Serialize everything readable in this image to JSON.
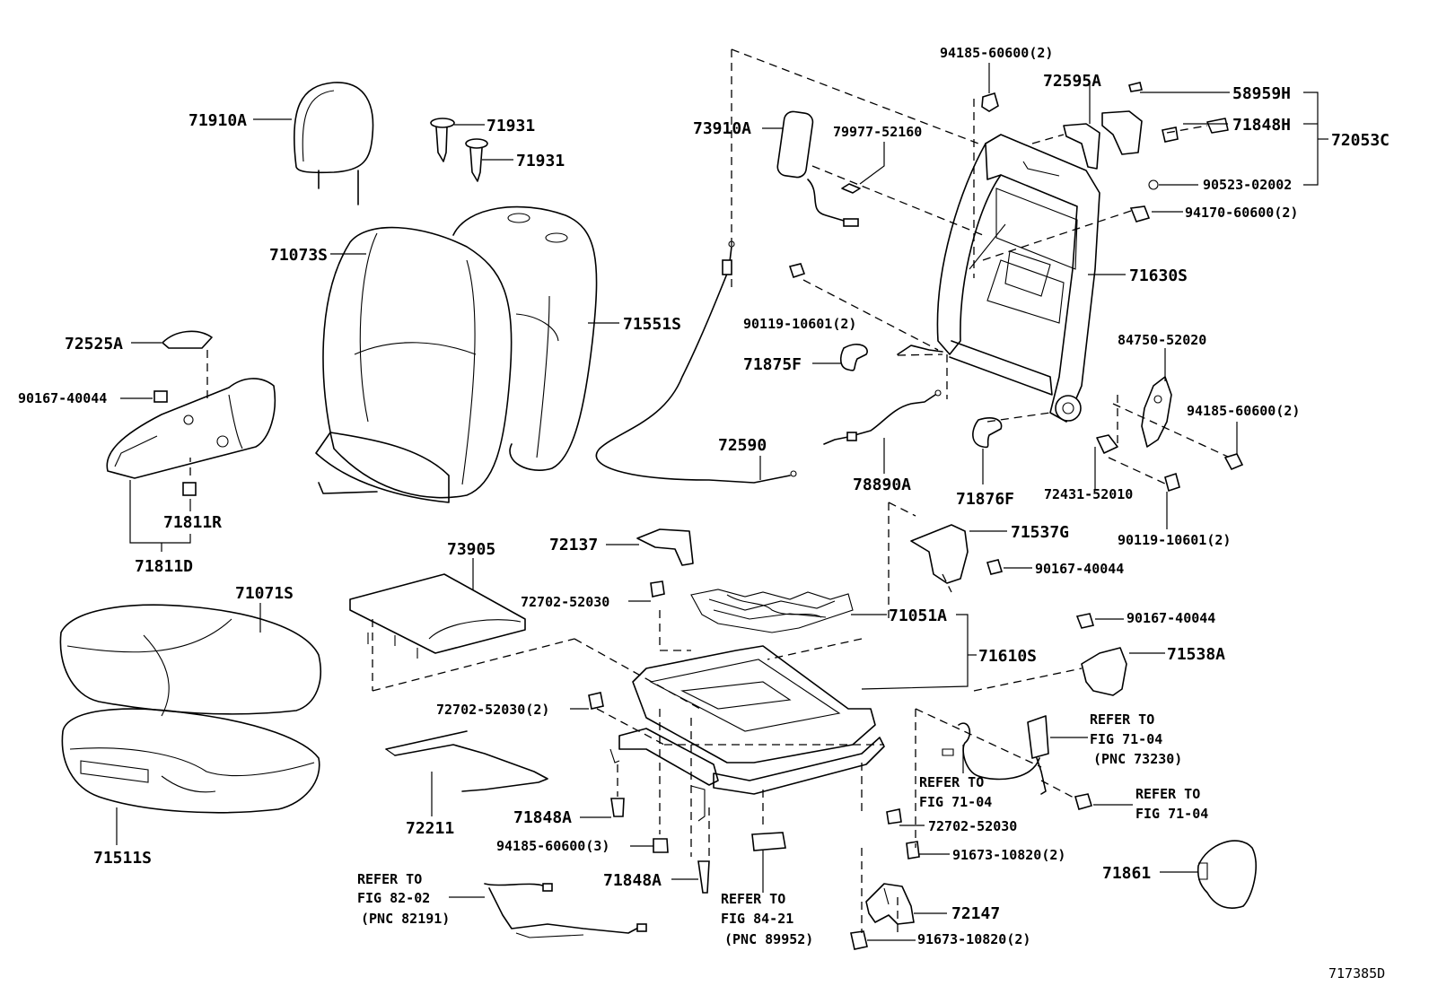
{
  "diagram_id": "717385D",
  "labels": {
    "p71910A": "71910A",
    "p71931a": "71931",
    "p71931b": "71931",
    "p71073S": "71073S",
    "p71551S": "71551S",
    "p72525A": "72525A",
    "p90167_40044a": "90167-40044",
    "p71811R": "71811R",
    "p71811D": "71811D",
    "p73910A": "73910A",
    "p79977": "79977-52160",
    "p94185_top": "94185-60600(2)",
    "p72595A": "72595A",
    "p58959H": "58959H",
    "p71848H": "71848H",
    "p72053C": "72053C",
    "p90523": "90523-02002",
    "p94170": "94170-60600(2)",
    "p71630S": "71630S",
    "p90119a": "90119-10601(2)",
    "p71875F": "71875F",
    "p72590": "72590",
    "p78890A": "78890A",
    "p71876F": "71876F",
    "p84750": "84750-52020",
    "p94185_mid": "94185-60600(2)",
    "p72431": "72431-52010",
    "p90119b": "90119-10601(2)",
    "p71537G": "71537G",
    "p90167_40044b": "90167-40044",
    "p73905": "73905",
    "p72137": "72137",
    "p72702a": "72702-52030",
    "p71051A": "71051A",
    "p71610S": "71610S",
    "p90167_40044c": "90167-40044",
    "p71538A": "71538A",
    "p71071S": "71071S",
    "p72702b": "72702-52030(2)",
    "p72211": "72211",
    "p71848Aa": "71848A",
    "p94185_low": "94185-60600(3)",
    "p71848Ab": "71848A",
    "p72702c": "72702-52030",
    "p91673a": "91673-10820(2)",
    "p72147": "72147",
    "p91673b": "91673-10820(2)",
    "p71861": "71861",
    "p71511S": "71511S"
  },
  "refs": {
    "ref_73230": {
      "line1": "REFER TO",
      "line2": "FIG 71-04",
      "line3": "(PNC 73230)"
    },
    "ref_belt1": {
      "line1": "REFER TO",
      "line2": "FIG 71-04"
    },
    "ref_belt2": {
      "line1": "REFER TO",
      "line2": "FIG 71-04"
    },
    "ref_82191": {
      "line1": "REFER TO",
      "line2": "FIG 82-02",
      "line3": "(PNC 82191)"
    },
    "ref_89952": {
      "line1": "REFER TO",
      "line2": "FIG 84-21",
      "line3": "(PNC 89952)"
    }
  }
}
